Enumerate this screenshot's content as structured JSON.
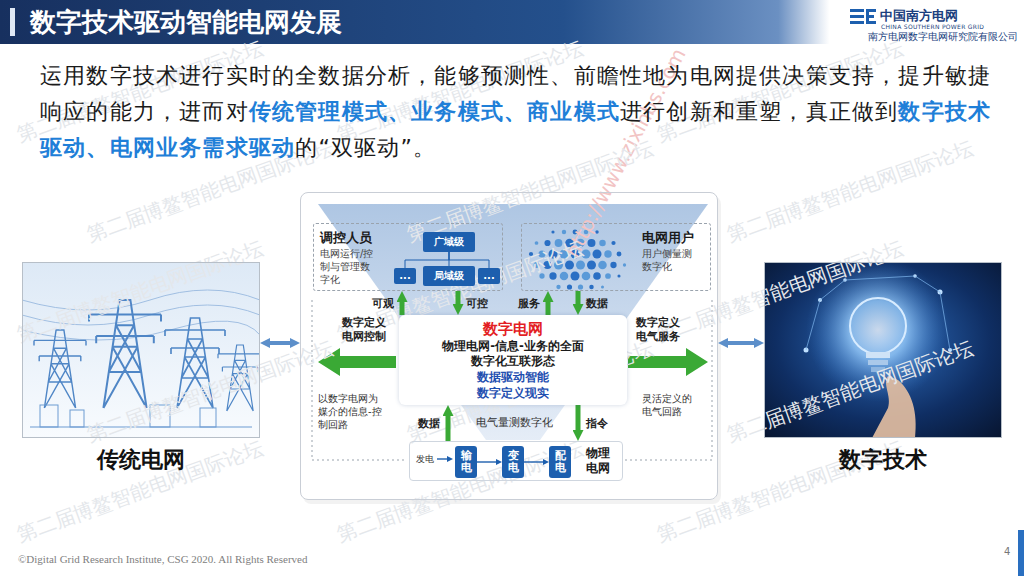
{
  "diagram": {
    "title": "数字技术驱动智能电网发展",
    "nodes": [
      {
        "text": [
          "传统电网"
        ]
      },
      {
        "text": []
      },
      {
        "text": [
          "调控人员",
          "电网运行/控制与管理数字化"
        ],
        "in": 1
      },
      {
        "text": [
          "广域级"
        ],
        "in": 2
      },
      {
        "text": [
          "..."
        ],
        "in": 2
      },
      {
        "text": [
          "局域级"
        ],
        "in": 2
      },
      {
        "text": [
          "..."
        ],
        "in": 2
      },
      {
        "text": [
          "电网用户",
          "用户侧量测数字化"
        ],
        "in": 1
      },
      {
        "text": [
          "数字电网",
          "物理电网-信息-业务的全面数字化互联形态",
          "数据驱动智能",
          "数字定义现实"
        ],
        "in": 1
      },
      {
        "text": [
          "物理电网"
        ],
        "in": 1
      },
      {
        "text": [
          "输电"
        ],
        "in": 9
      },
      {
        "text": [
          "变电"
        ],
        "in": 9
      },
      {
        "text": [
          "配电"
        ],
        "in": 9
      },
      {
        "text": [
          "数字技术"
        ]
      }
    ],
    "edges": [
      {
        "from": 0,
        "to": 1,
        "arrow": "both"
      },
      {
        "from": 1,
        "to": 13,
        "arrow": "both"
      },
      {
        "from": 3,
        "to": 4,
        "arrow": "none"
      },
      {
        "from": 3,
        "to": 5,
        "arrow": "none"
      },
      {
        "from": 3,
        "to": 6,
        "arrow": "none"
      },
      {
        "from": 8,
        "to": 2,
        "label": "可观",
        "arrow": "to"
      },
      {
        "from": 2,
        "to": 8,
        "label": "可控",
        "arrow": "to"
      },
      {
        "from": 8,
        "to": 7,
        "label": "服务",
        "arrow": "to"
      },
      {
        "from": 7,
        "to": 8,
        "label": "数据",
        "arrow": "to"
      },
      {
        "from": 9,
        "to": 8,
        "label": "数据",
        "arrow": "to"
      },
      {
        "from": 8,
        "to": 9,
        "label": "指令",
        "arrow": "to"
      },
      {
        "from": 10,
        "to": 11,
        "arrow": "to"
      },
      {
        "from": 11,
        "to": 12,
        "arrow": "to"
      }
    ],
    "labels": [
      "中国南方电网",
      "CHINA SOUTHERN POWER GRID",
      "南方电网数字电网研究院有限公司",
      "运用数字技术进行实时的全数据分析，能够预测性、前瞻性地为电网提供决策支持，提升敏捷响应的能力，进而对",
      "传统管理模式、业务模式、商业模式",
      "进行创新和重塑，真正做到",
      "数字技术驱动、电网业务需求驱动",
      "的“双驱动”。",
      "数字定义电网控制",
      "数字定义电气服务",
      "以数字电网为媒介的信息-控制回路",
      "灵活定义的电气回路",
      "电气量测数字化",
      "发电",
      "©Digital Grid Research Institute, CSG 2020. All Rights Reserved",
      "4",
      "http://www.zixinbs.com",
      "第二届博鳌智能电网国际论坛",
      "第二届博鳌智能电网国际论坛",
      "第二届博鳌智能电网国际论坛",
      "第二届博鳌智能电网国际论坛",
      "第二届博鳌智能电网国际论坛",
      "第二届博鳌智能电网国际论坛",
      "第二届博鳌智能电网国际论坛",
      "第二届博鳌智能电网国际论坛",
      "第二届博鳌智能电网国际论坛",
      "第二届博鳌智能电网国际论坛",
      "第二届博鳌智能电网国际论坛",
      "第二届博鳌智能电网国际论坛",
      "第二届博鳌智能电网国际论坛",
      "第二届博鳌智能电网国际论坛",
      "第二届博鳌智能电网国际论坛"
    ]
  }
}
